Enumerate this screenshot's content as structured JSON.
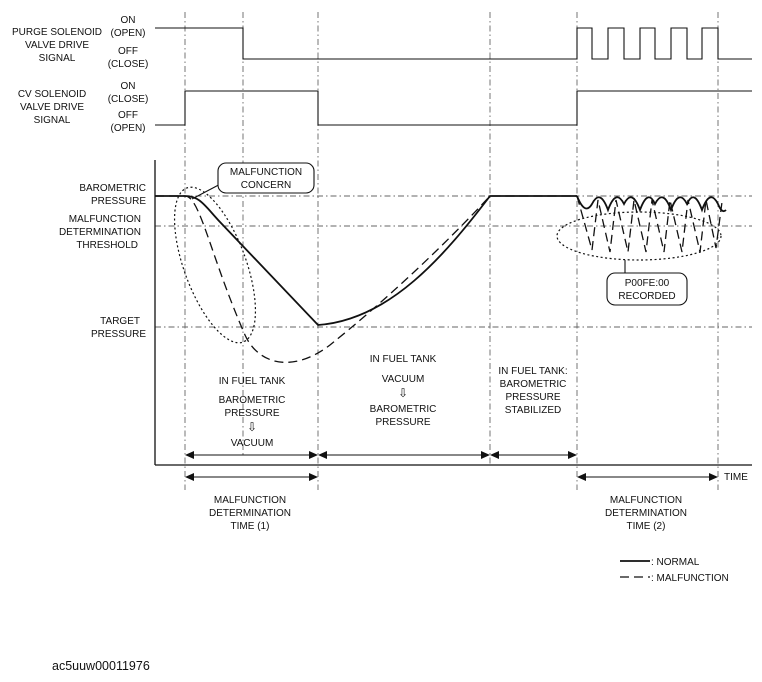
{
  "signals": {
    "purge": {
      "name_lines": [
        "PURGE SOLENOID",
        "VALVE DRIVE",
        "SIGNAL"
      ],
      "on_lines": [
        "ON",
        "(OPEN)"
      ],
      "off_lines": [
        "OFF",
        "(CLOSE)"
      ]
    },
    "cv": {
      "name_lines": [
        "CV SOLENOID",
        "VALVE DRIVE",
        "SIGNAL"
      ],
      "on_lines": [
        "ON",
        "(CLOSE)"
      ],
      "off_lines": [
        "OFF",
        "(OPEN)"
      ]
    }
  },
  "pressure_levels": {
    "barometric": [
      "BAROMETRIC",
      "PRESSURE"
    ],
    "threshold": [
      "MALFUNCTION",
      "DETERMINATION",
      "THRESHOLD"
    ],
    "target": [
      "TARGET",
      "PRESSURE"
    ]
  },
  "callouts": {
    "malfunction_concern": [
      "MALFUNCTION",
      "CONCERN"
    ],
    "dtc_recorded": [
      "P00FE:00",
      "RECORDED"
    ]
  },
  "phases": {
    "phase1": [
      "IN FUEL TANK",
      "BAROMETRIC",
      "PRESSURE",
      "⇩",
      "VACUUM"
    ],
    "phase2": [
      "IN FUEL TANK",
      "VACUUM",
      "⇩",
      "BAROMETRIC",
      "PRESSURE"
    ],
    "phase3": [
      "IN FUEL TANK:",
      "BAROMETRIC",
      "PRESSURE",
      "STABILIZED"
    ]
  },
  "time_spans": {
    "time1": [
      "MALFUNCTION",
      "DETERMINATION",
      "TIME (1)"
    ],
    "time2": [
      "MALFUNCTION",
      "DETERMINATION",
      "TIME (2)"
    ]
  },
  "axis": {
    "time_label": "TIME"
  },
  "legend": {
    "normal": ": NORMAL",
    "malfunction": ": MALFUNCTION"
  },
  "figure_id": "ac5uuw00011976"
}
